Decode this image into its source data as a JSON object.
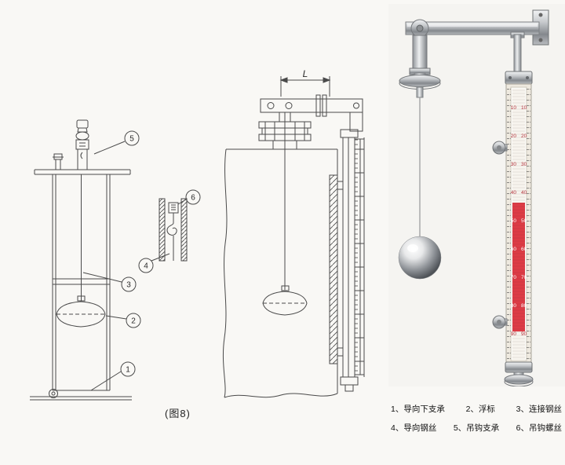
{
  "figure": {
    "caption": "(图8)"
  },
  "dimension": {
    "label": "L"
  },
  "callouts": [
    "1",
    "2",
    "3",
    "4",
    "5",
    "6"
  ],
  "gauge": {
    "scale": [
      "10",
      "20",
      "30",
      "40",
      "50",
      "60",
      "70",
      "80",
      "90"
    ]
  },
  "legend": {
    "items": [
      "1、导向下支承",
      "2、浮标",
      "3、连接钢丝",
      "4、导向钢丝",
      "5、吊钩支承",
      "6、吊钩螺丝"
    ]
  },
  "colors": {
    "line": "#4a4a4a",
    "red": "#dd3b45",
    "background": "#f9f8f5"
  }
}
